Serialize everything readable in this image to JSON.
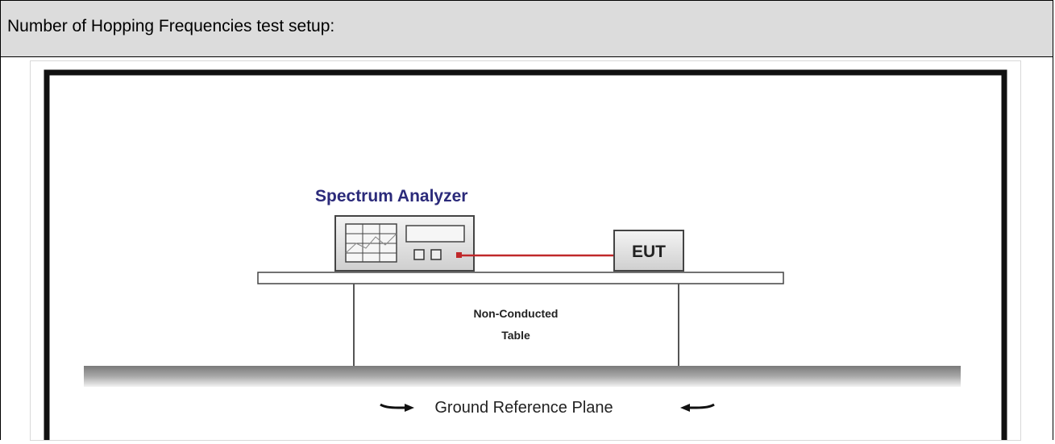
{
  "header": {
    "title": "Number of Hopping Frequencies test setup:"
  },
  "diagram": {
    "analyzer_label": "Spectrum Analyzer",
    "eut_label": "EUT",
    "table_label_line1": "Non-Conducted",
    "table_label_line2": "Table",
    "ground_label": "Ground Reference Plane",
    "colors": {
      "analyzer_label": "#2b2a7a",
      "cable": "#c0282a",
      "port": "#c0282a"
    }
  }
}
